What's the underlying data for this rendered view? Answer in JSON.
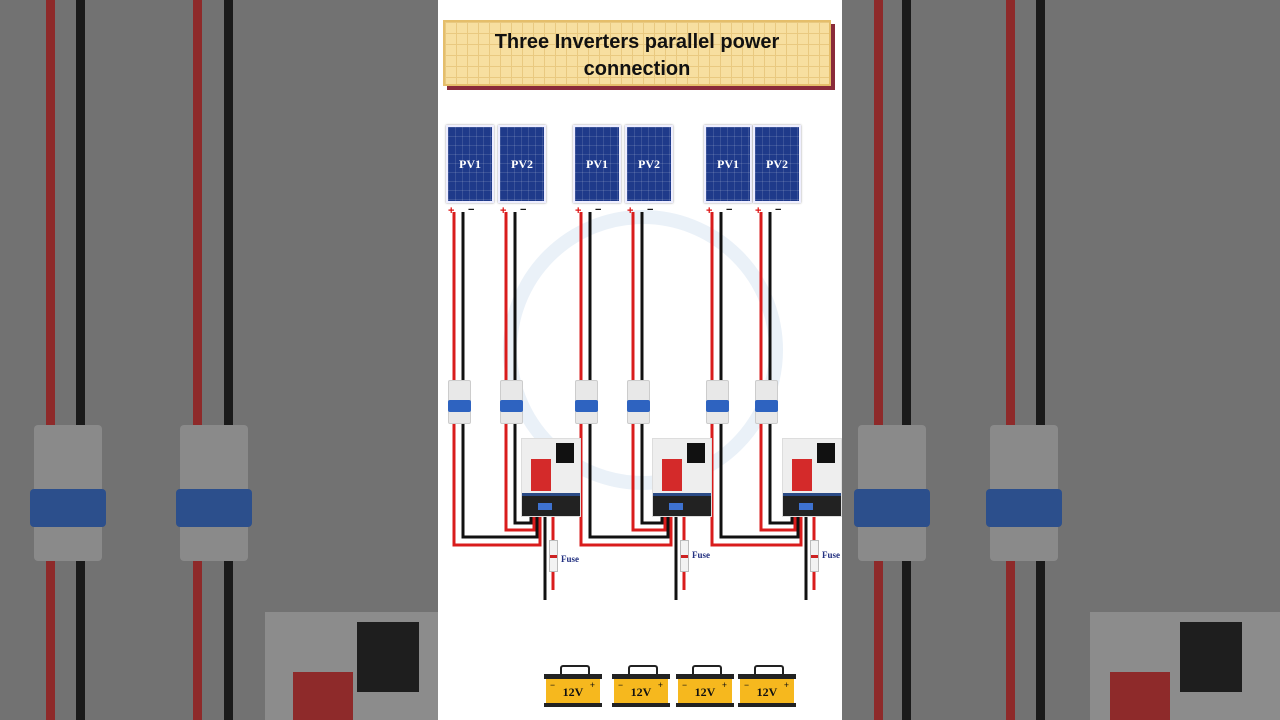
{
  "title": "Three Inverters parallel power connection",
  "groups": [
    {
      "panels": [
        "PV1",
        "PV2"
      ],
      "fuse_label": "Fuse"
    },
    {
      "panels": [
        "PV1",
        "PV2"
      ],
      "fuse_label": "Fuse"
    },
    {
      "panels": [
        "PV1",
        "PV2"
      ],
      "fuse_label": "Fuse"
    }
  ],
  "terminal_symbols": {
    "positive": "+",
    "negative": "−"
  },
  "batteries": [
    {
      "label": "12V"
    },
    {
      "label": "12V"
    },
    {
      "label": "12V"
    },
    {
      "label": "12V"
    }
  ],
  "colors": {
    "positive_wire": "#d91c1c",
    "negative_wire": "#111111",
    "panel": "#1f3a8a",
    "battery": "#f6b81e",
    "title_shadow": "#8a2b3a"
  }
}
